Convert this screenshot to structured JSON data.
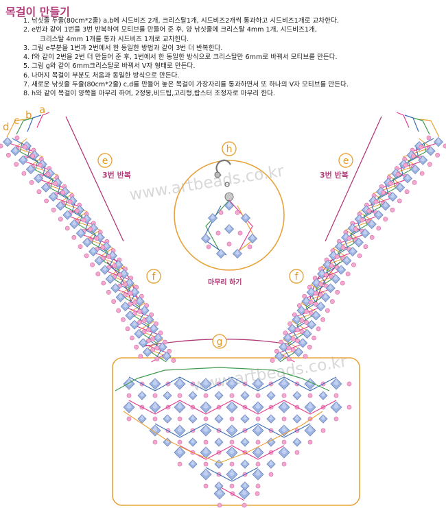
{
  "title": "목걸이 만들기",
  "steps": [
    {
      "num": "1.",
      "text": "낚싯줄 두줄(80cm*2줄) a,b에 시드비즈 2개, 크리스탈1개, 시드비즈2개씩 통과하고 시드비즈1개로 교차한다."
    },
    {
      "num": "2.",
      "text": "e번과 같이 1번을 3번 반복하여 모티브를 만들어 준 후, 양 낚싯줄에 크리스탈 4mm 1개, 시드비즈1개,"
    },
    {
      "num": "",
      "text": "크리스탈 4mm 1개를 통과 시드비즈 1개로 교차한다."
    },
    {
      "num": "3.",
      "text": "그림 e부분을 1번과 2번에서 한 동일한 방법과 같이 3번 더 반복한다."
    },
    {
      "num": "4.",
      "text": "f와 같이 2번을 2번 더 만들어 준 후, 1번에서 한 동일한 방식으로 크리스탈만 6mm로 바꿔서 모티브를 만든다."
    },
    {
      "num": "5.",
      "text": "그림 g와 같이 6mm크리스탈로 바꿔서 V자 형태로 만든다."
    },
    {
      "num": "6.",
      "text": "나머지 목걸이 부분도 처음과 동일한 방식으로 만든다."
    },
    {
      "num": "7.",
      "text": "새로운 낚싯줄 두줄(80cm*2줄) c,d를 만들어 놓은 목걸이 가장자리를 통과하면서 또 하나의 V자 모티브를 만든다."
    },
    {
      "num": "8.",
      "text": "h와 같이 목걸이 양쪽을 마무리 하여, 2정봉,비드팁,고리형,랍스터 조정자로 마무리 한다."
    }
  ],
  "strand_labels": [
    "d",
    "c",
    "b",
    "a"
  ],
  "section_labels": {
    "e_left": "e",
    "e_right": "e",
    "f_left": "f",
    "f_right": "f",
    "g": "g",
    "h": "h"
  },
  "repeat_text_left": "3번 반복",
  "repeat_text_right": "3번 반복",
  "finish_text": "마무리 하기",
  "watermark": "www.artbeads.co.kr",
  "colors": {
    "title": "#b23a78",
    "label": "#e8981c",
    "magenta": "#b23a78",
    "orange_line": "#e8a33a",
    "green_line": "#3e9a4e",
    "blue_line": "#3a6db8",
    "pink_line": "#e23a8e",
    "pink_bead": "#f4a7cf",
    "crystal": "#9fb6e3",
    "frame": "#e8a33a"
  },
  "icons": [
    "clasp-icon",
    "crystal-bead-icon",
    "seed-bead-icon"
  ]
}
